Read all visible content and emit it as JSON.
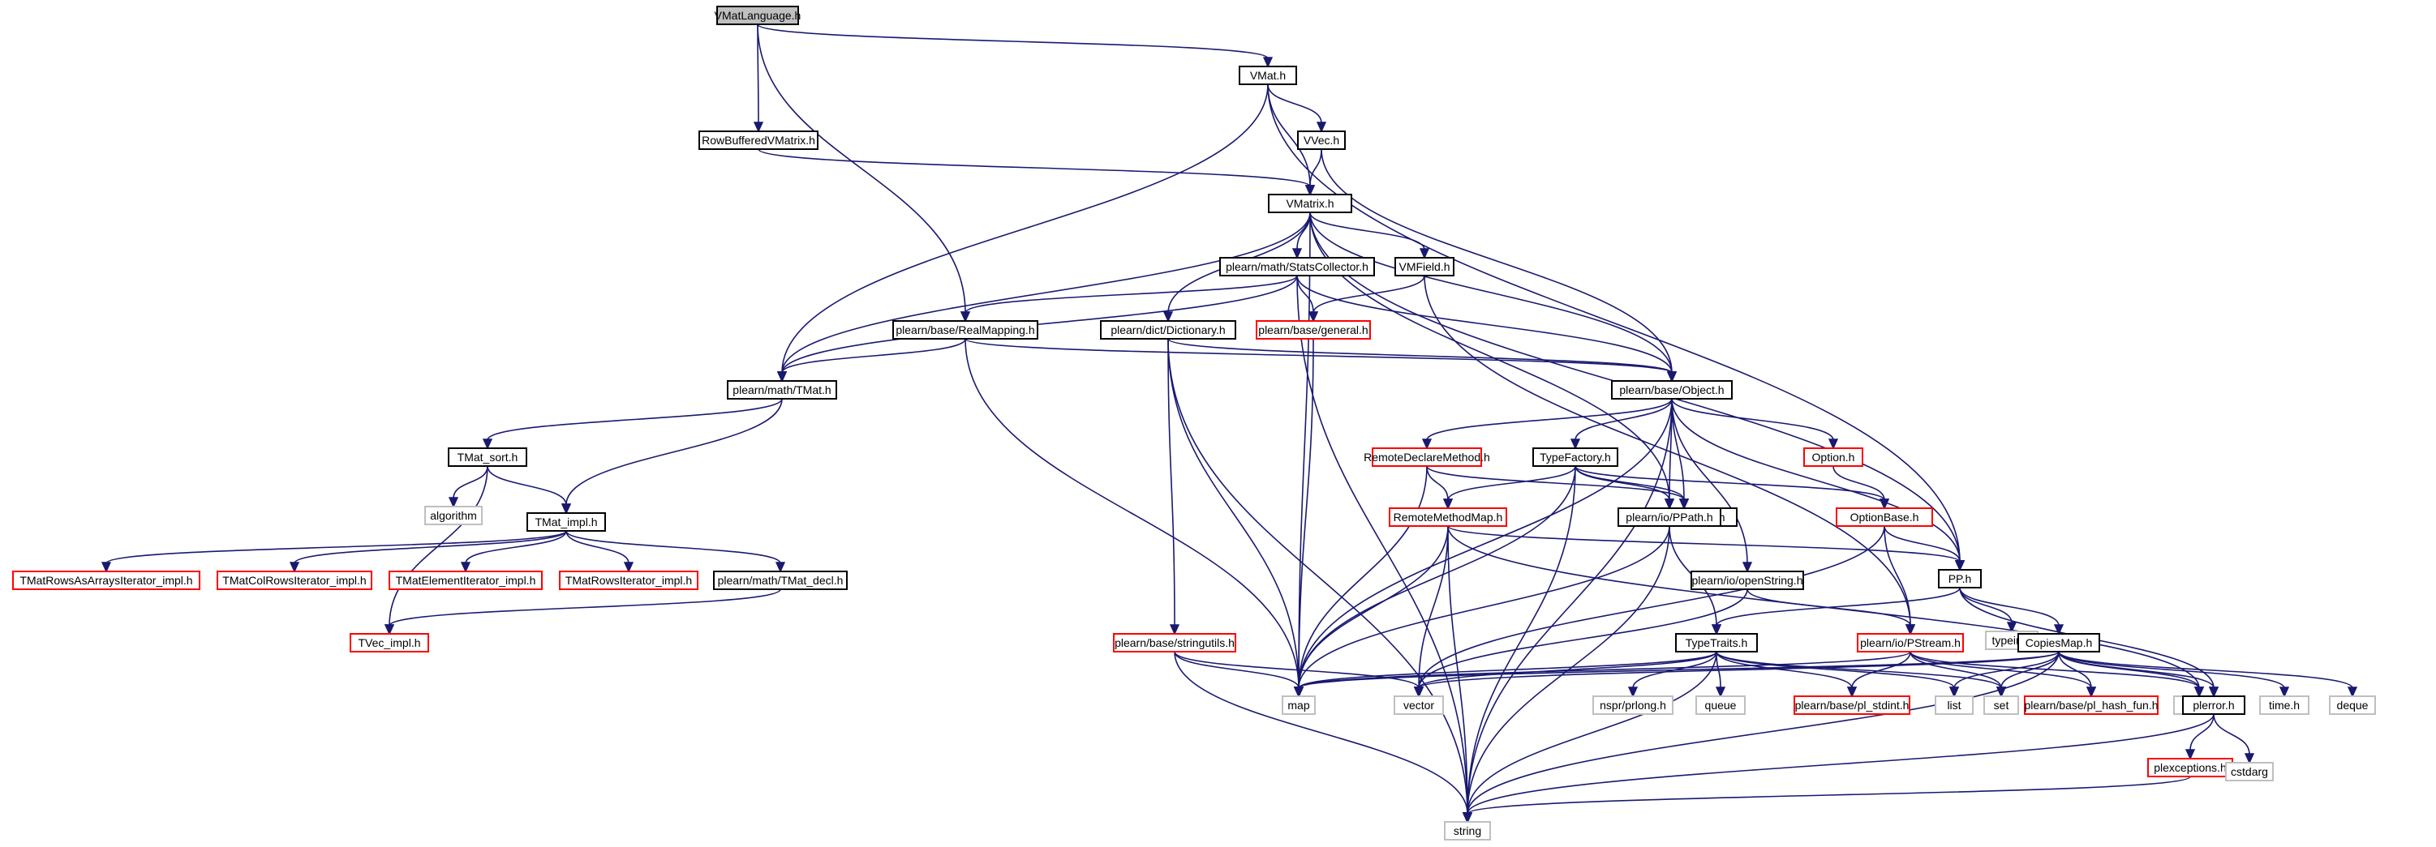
{
  "colors": {
    "edge": "#191970",
    "node_border": "#000000",
    "node_border_missing": "#ff0000",
    "node_border_system": "#bfbfbf",
    "node_fill_root": "#bfbfbf",
    "node_fill": "#ffffff",
    "text": "#000000"
  },
  "nodes": [
    {
      "id": "n0",
      "label": "VMatLanguage.h",
      "kind": "root"
    },
    {
      "id": "n1",
      "label": "VMat.h",
      "kind": "normal"
    },
    {
      "id": "n2",
      "label": "RowBufferedVMatrix.h",
      "kind": "normal"
    },
    {
      "id": "n3",
      "label": "VVec.h",
      "kind": "normal"
    },
    {
      "id": "n4",
      "label": "VMatrix.h",
      "kind": "normal"
    },
    {
      "id": "n5",
      "label": "plearn/math/StatsCollector.h",
      "kind": "normal"
    },
    {
      "id": "n6",
      "label": "VMField.h",
      "kind": "normal"
    },
    {
      "id": "n7",
      "label": "plearn/base/RealMapping.h",
      "kind": "normal"
    },
    {
      "id": "n8",
      "label": "plearn/dict/Dictionary.h",
      "kind": "normal"
    },
    {
      "id": "n9",
      "label": "plearn/base/general.h",
      "kind": "missing"
    },
    {
      "id": "n10",
      "label": "plearn/math/TMat.h",
      "kind": "normal"
    },
    {
      "id": "n11",
      "label": "plearn/base/Object.h",
      "kind": "normal"
    },
    {
      "id": "n12",
      "label": "TMat_sort.h",
      "kind": "normal"
    },
    {
      "id": "n13",
      "label": "RemoteDeclareMethod.h",
      "kind": "missing"
    },
    {
      "id": "n14",
      "label": "TypeFactory.h",
      "kind": "normal"
    },
    {
      "id": "n15",
      "label": "Option.h",
      "kind": "missing"
    },
    {
      "id": "n16",
      "label": "algorithm",
      "kind": "system"
    },
    {
      "id": "n17",
      "label": "TMat_impl.h",
      "kind": "normal"
    },
    {
      "id": "n18",
      "label": "StaticInitializer.h",
      "kind": "normal"
    },
    {
      "id": "n19",
      "label": "RemoteMethodMap.h",
      "kind": "missing"
    },
    {
      "id": "n20",
      "label": "plearn/io/PPath.h",
      "kind": "normal"
    },
    {
      "id": "n21",
      "label": "OptionBase.h",
      "kind": "missing"
    },
    {
      "id": "n22",
      "label": "TMatRowsAsArraysIterator_impl.h",
      "kind": "missing"
    },
    {
      "id": "n23",
      "label": "TMatColRowsIterator_impl.h",
      "kind": "missing"
    },
    {
      "id": "n24",
      "label": "TMatElementIterator_impl.h",
      "kind": "missing"
    },
    {
      "id": "n25",
      "label": "TMatRowsIterator_impl.h",
      "kind": "missing"
    },
    {
      "id": "n26",
      "label": "plearn/math/TMat_decl.h",
      "kind": "normal"
    },
    {
      "id": "n27",
      "label": "PP.h",
      "kind": "normal"
    },
    {
      "id": "n28",
      "label": "plearn/io/openString.h",
      "kind": "normal"
    },
    {
      "id": "n29",
      "label": "TVec_impl.h",
      "kind": "missing"
    },
    {
      "id": "n30",
      "label": "plearn/base/stringutils.h",
      "kind": "missing"
    },
    {
      "id": "n31",
      "label": "typeinfo",
      "kind": "system"
    },
    {
      "id": "n32",
      "label": "TypeTraits.h",
      "kind": "normal"
    },
    {
      "id": "n33",
      "label": "plearn/io/PStream.h",
      "kind": "missing"
    },
    {
      "id": "n34",
      "label": "CopiesMap.h",
      "kind": "normal"
    },
    {
      "id": "n35",
      "label": "map",
      "kind": "system"
    },
    {
      "id": "n36",
      "label": "vector",
      "kind": "system"
    },
    {
      "id": "n37",
      "label": "nspr/prlong.h",
      "kind": "system"
    },
    {
      "id": "n38",
      "label": "queue",
      "kind": "system"
    },
    {
      "id": "n39",
      "label": "plearn/base/pl_stdint.h",
      "kind": "missing"
    },
    {
      "id": "n40",
      "label": "list",
      "kind": "system"
    },
    {
      "id": "n41",
      "label": "set",
      "kind": "system"
    },
    {
      "id": "n42",
      "label": "plearn/base/pl_hash_fun.h",
      "kind": "missing"
    },
    {
      "id": "n43",
      "label": "utility",
      "kind": "system"
    },
    {
      "id": "n44",
      "label": "plerror.h",
      "kind": "normal"
    },
    {
      "id": "n45",
      "label": "time.h",
      "kind": "system"
    },
    {
      "id": "n46",
      "label": "deque",
      "kind": "system"
    },
    {
      "id": "n47",
      "label": "plexceptions.h",
      "kind": "missing"
    },
    {
      "id": "n48",
      "label": "cstdarg",
      "kind": "system"
    },
    {
      "id": "n49",
      "label": "string",
      "kind": "system"
    }
  ],
  "edges": [
    [
      "n0",
      "n1"
    ],
    [
      "n0",
      "n2"
    ],
    [
      "n0",
      "n7"
    ],
    [
      "n1",
      "n3"
    ],
    [
      "n1",
      "n4"
    ],
    [
      "n1",
      "n10"
    ],
    [
      "n1",
      "n27"
    ],
    [
      "n2",
      "n4"
    ],
    [
      "n3",
      "n4"
    ],
    [
      "n3",
      "n11"
    ],
    [
      "n4",
      "n5"
    ],
    [
      "n4",
      "n6"
    ],
    [
      "n4",
      "n8"
    ],
    [
      "n4",
      "n10"
    ],
    [
      "n4",
      "n11"
    ],
    [
      "n4",
      "n20"
    ],
    [
      "n4",
      "n27"
    ],
    [
      "n4",
      "n35"
    ],
    [
      "n5",
      "n7"
    ],
    [
      "n5",
      "n9"
    ],
    [
      "n5",
      "n10"
    ],
    [
      "n5",
      "n11"
    ],
    [
      "n5",
      "n49"
    ],
    [
      "n6",
      "n9"
    ],
    [
      "n6",
      "n33"
    ],
    [
      "n7",
      "n10"
    ],
    [
      "n7",
      "n11"
    ],
    [
      "n7",
      "n35"
    ],
    [
      "n8",
      "n11"
    ],
    [
      "n8",
      "n30"
    ],
    [
      "n8",
      "n35"
    ],
    [
      "n8",
      "n49"
    ],
    [
      "n9",
      "n35"
    ],
    [
      "n10",
      "n12"
    ],
    [
      "n10",
      "n17"
    ],
    [
      "n11",
      "n13"
    ],
    [
      "n11",
      "n14"
    ],
    [
      "n11",
      "n15"
    ],
    [
      "n11",
      "n18"
    ],
    [
      "n11",
      "n20"
    ],
    [
      "n11",
      "n27"
    ],
    [
      "n11",
      "n28"
    ],
    [
      "n11",
      "n35"
    ],
    [
      "n11",
      "n49"
    ],
    [
      "n12",
      "n16"
    ],
    [
      "n12",
      "n17"
    ],
    [
      "n12",
      "n29"
    ],
    [
      "n13",
      "n18"
    ],
    [
      "n13",
      "n19"
    ],
    [
      "n13",
      "n35"
    ],
    [
      "n14",
      "n18"
    ],
    [
      "n14",
      "n19"
    ],
    [
      "n14",
      "n20"
    ],
    [
      "n14",
      "n21"
    ],
    [
      "n14",
      "n35"
    ],
    [
      "n14",
      "n49"
    ],
    [
      "n15",
      "n21"
    ],
    [
      "n17",
      "n22"
    ],
    [
      "n17",
      "n23"
    ],
    [
      "n17",
      "n24"
    ],
    [
      "n17",
      "n25"
    ],
    [
      "n17",
      "n26"
    ],
    [
      "n19",
      "n27"
    ],
    [
      "n19",
      "n35"
    ],
    [
      "n19",
      "n36"
    ],
    [
      "n19",
      "n43"
    ],
    [
      "n19",
      "n49"
    ],
    [
      "n20",
      "n32"
    ],
    [
      "n20",
      "n35"
    ],
    [
      "n20",
      "n49"
    ],
    [
      "n21",
      "n27"
    ],
    [
      "n21",
      "n33"
    ],
    [
      "n21",
      "n36"
    ],
    [
      "n26",
      "n29"
    ],
    [
      "n27",
      "n31"
    ],
    [
      "n27",
      "n32"
    ],
    [
      "n27",
      "n34"
    ],
    [
      "n27",
      "n44"
    ],
    [
      "n28",
      "n33"
    ],
    [
      "n28",
      "n36"
    ],
    [
      "n30",
      "n35"
    ],
    [
      "n30",
      "n36"
    ],
    [
      "n30",
      "n49"
    ],
    [
      "n32",
      "n35"
    ],
    [
      "n32",
      "n36"
    ],
    [
      "n32",
      "n37"
    ],
    [
      "n32",
      "n38"
    ],
    [
      "n32",
      "n39"
    ],
    [
      "n32",
      "n40"
    ],
    [
      "n32",
      "n41"
    ],
    [
      "n32",
      "n49"
    ],
    [
      "n33",
      "n35"
    ],
    [
      "n33",
      "n39"
    ],
    [
      "n33",
      "n41"
    ],
    [
      "n33",
      "n42"
    ],
    [
      "n33",
      "n43"
    ],
    [
      "n34",
      "n35"
    ],
    [
      "n34",
      "n36"
    ],
    [
      "n34",
      "n40"
    ],
    [
      "n34",
      "n41"
    ],
    [
      "n34",
      "n42"
    ],
    [
      "n34",
      "n43"
    ],
    [
      "n34",
      "n44"
    ],
    [
      "n34",
      "n45"
    ],
    [
      "n34",
      "n46"
    ],
    [
      "n34",
      "n49"
    ],
    [
      "n44",
      "n47"
    ],
    [
      "n44",
      "n48"
    ],
    [
      "n44",
      "n49"
    ],
    [
      "n47",
      "n49"
    ]
  ]
}
